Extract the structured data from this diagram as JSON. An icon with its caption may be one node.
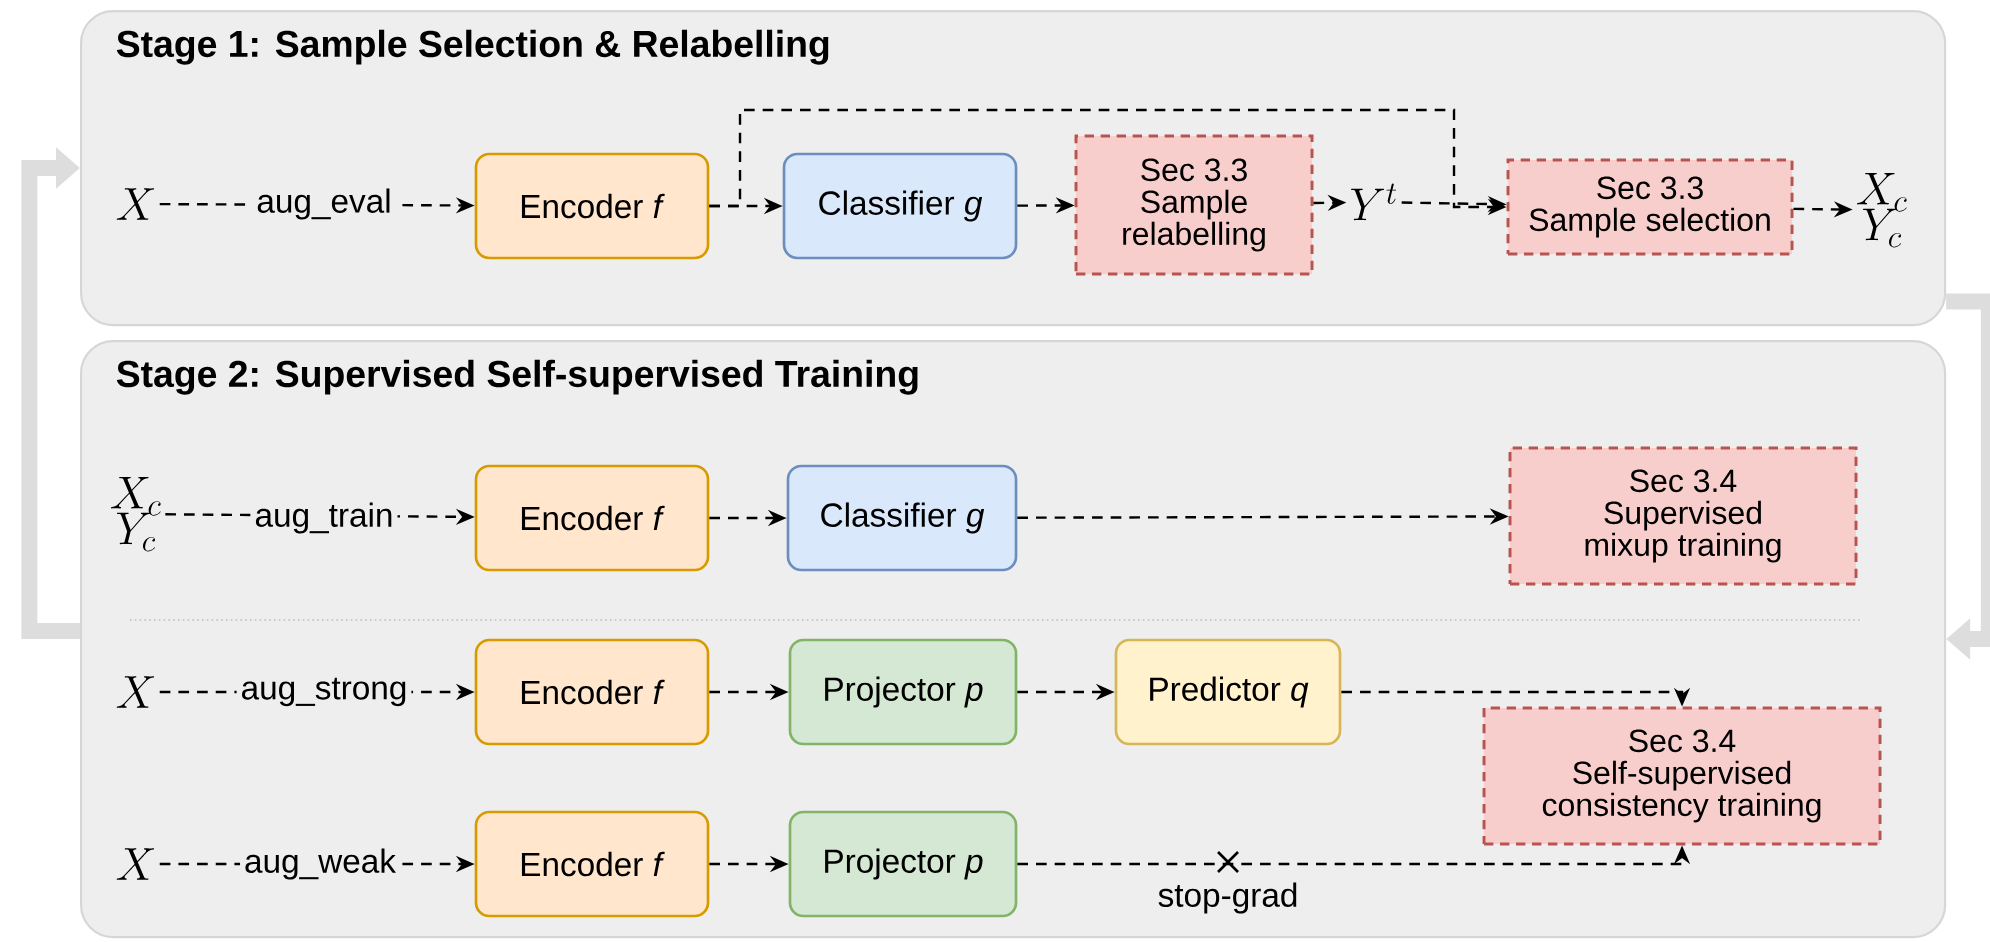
{
  "diagram": {
    "nodes": [
      {
        "text": [
          "Stage 1: Sample Selection & Relabelling"
        ]
      },
      {
        "text": [
          "X"
        ],
        "in": 0
      },
      {
        "text": [
          "Encoder *f*"
        ],
        "in": 0
      },
      {
        "text": [
          "Classifier *g*"
        ],
        "in": 0
      },
      {
        "text": [
          "Sec 3.3",
          "Sample relabelling"
        ],
        "in": 0
      },
      {
        "text": [
          "Y^t"
        ],
        "in": 0
      },
      {
        "text": [
          "Sec 3.3",
          "Sample selection"
        ],
        "in": 0
      },
      {
        "text": [
          "X_c",
          "Y_c"
        ],
        "in": 0
      },
      {
        "text": [
          "Stage 2: Supervised Self-supervised Training"
        ]
      },
      {
        "text": [
          "X_c",
          "Y_c"
        ],
        "in": 8
      },
      {
        "text": [
          "Encoder *f*"
        ],
        "in": 8
      },
      {
        "text": [
          "Classifier *g*"
        ],
        "in": 8
      },
      {
        "text": [
          "Sec 3.4",
          "Supervised mixup training"
        ],
        "in": 8
      },
      {
        "text": [
          "X"
        ],
        "in": 8
      },
      {
        "text": [
          "Encoder *f*"
        ],
        "in": 8
      },
      {
        "text": [
          "Projector *p*"
        ],
        "in": 8
      },
      {
        "text": [
          "Predictor *q*"
        ],
        "in": 8
      },
      {
        "text": [
          "Sec 3.4",
          "Self-supervised consistency training"
        ],
        "in": 8
      },
      {
        "text": [
          "X"
        ],
        "in": 8
      },
      {
        "text": [
          "Encoder *f*"
        ],
        "in": 8
      },
      {
        "text": [
          "Projector *p*"
        ],
        "in": 8
      }
    ],
    "edges": [
      {
        "from": 1,
        "to": 2,
        "arrow": "to",
        "label": "aug_eval",
        "style": "dashed"
      },
      {
        "from": 2,
        "to": 3,
        "arrow": "to",
        "style": "dashed"
      },
      {
        "from": 3,
        "to": 4,
        "arrow": "to",
        "style": "dashed"
      },
      {
        "from": 4,
        "to": 5,
        "arrow": "to",
        "style": "dashed"
      },
      {
        "from": 5,
        "to": 6,
        "arrow": "to",
        "style": "dashed"
      },
      {
        "from": 2,
        "to": 6,
        "arrow": "to",
        "style": "dashed"
      },
      {
        "from": 6,
        "to": 7,
        "arrow": "to",
        "style": "dashed"
      },
      {
        "from": 9,
        "to": 10,
        "arrow": "to",
        "label": "aug_train",
        "style": "dashed"
      },
      {
        "from": 10,
        "to": 11,
        "arrow": "to",
        "style": "dashed"
      },
      {
        "from": 11,
        "to": 12,
        "arrow": "to",
        "style": "dashed"
      },
      {
        "from": 13,
        "to": 14,
        "arrow": "to",
        "label": "aug_strong",
        "style": "dashed"
      },
      {
        "from": 14,
        "to": 15,
        "arrow": "to",
        "style": "dashed"
      },
      {
        "from": 15,
        "to": 16,
        "arrow": "to",
        "style": "dashed"
      },
      {
        "from": 16,
        "to": 17,
        "arrow": "to",
        "style": "dashed"
      },
      {
        "from": 18,
        "to": 19,
        "arrow": "to",
        "label": "aug_weak",
        "style": "dashed"
      },
      {
        "from": 19,
        "to": 20,
        "arrow": "to",
        "style": "dashed"
      },
      {
        "from": 20,
        "to": 17,
        "arrow": "to",
        "label": "stop-grad",
        "style": "dashed"
      },
      {
        "from": 8,
        "to": 0,
        "arrow": "to",
        "style": "thick",
        "color": "#dddddd"
      },
      {
        "from": 0,
        "to": 8,
        "arrow": "to",
        "style": "thick",
        "color": "#dddddd"
      }
    ]
  }
}
